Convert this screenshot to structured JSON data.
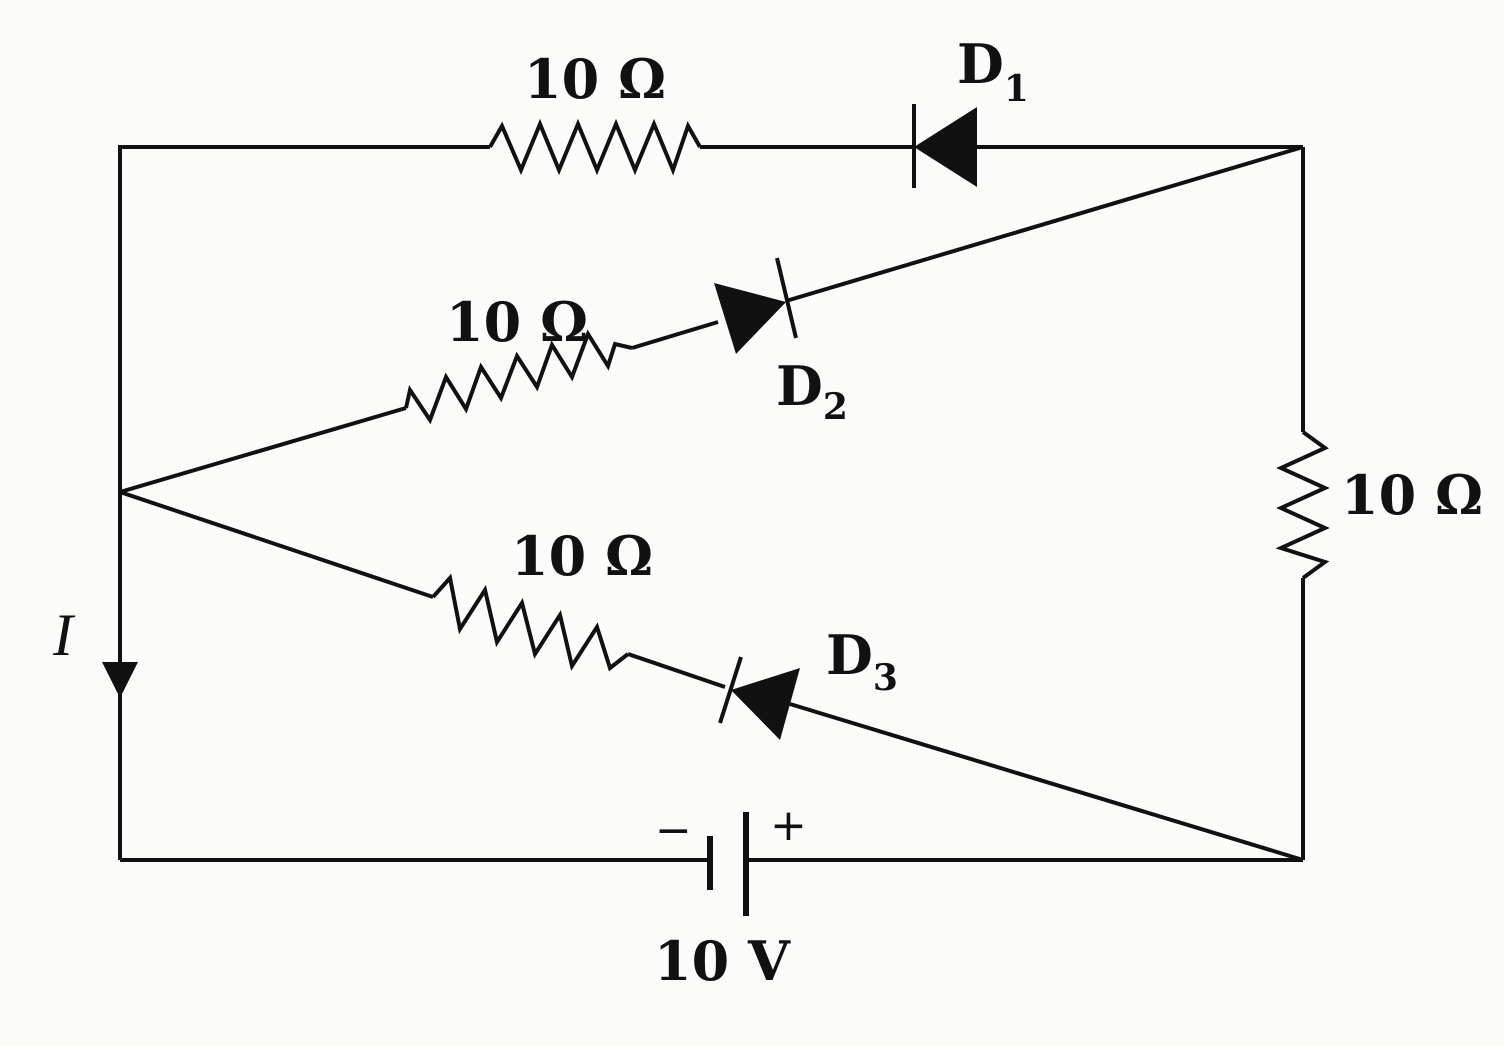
{
  "labels": {
    "r_top": "10 Ω",
    "r_mid": "10 Ω",
    "r_low": "10 Ω",
    "r_right": "10 Ω",
    "d1": "D",
    "d1_sub": "1",
    "d2": "D",
    "d2_sub": "2",
    "d3": "D",
    "d3_sub": "3",
    "current": "I",
    "battery": "10 V",
    "battery_minus": "−",
    "battery_plus": "+"
  },
  "components": {
    "resistor_ohms": 10,
    "battery_volts": 10
  },
  "colors": {
    "ink": "#111111",
    "paper": "#fbfbf9"
  }
}
